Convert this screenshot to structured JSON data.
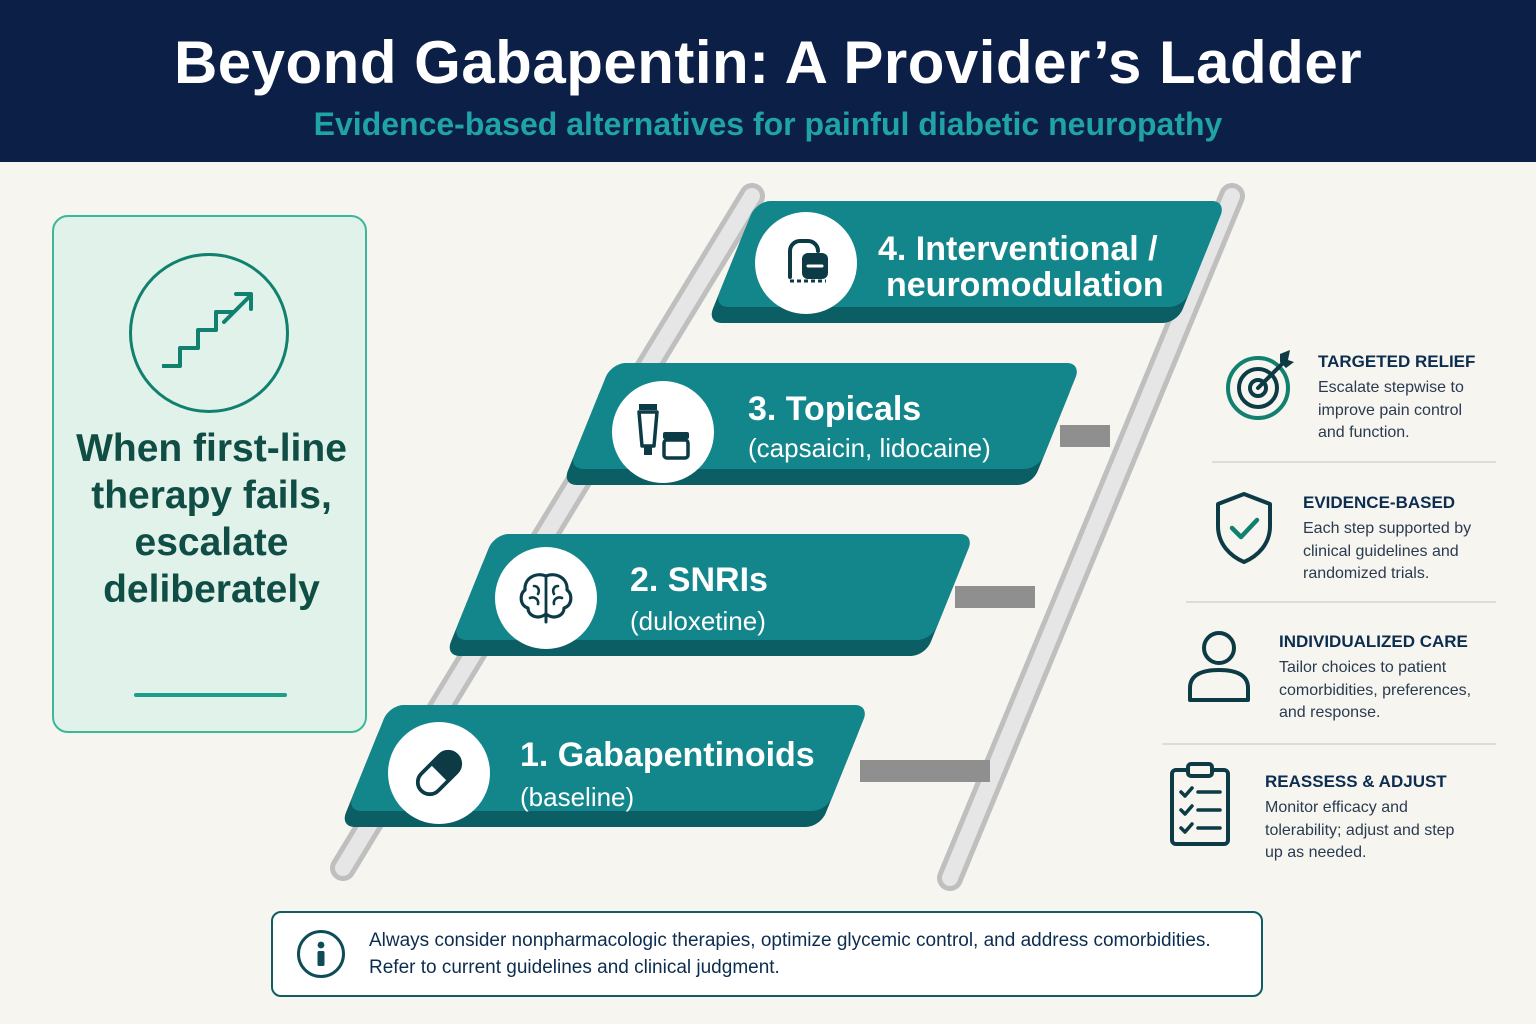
{
  "header": {
    "title": "Beyond Gabapentin: A Provider’s Ladder",
    "subtitle": "Evidence-based alternatives for painful diabetic neuropathy"
  },
  "left_card": {
    "icon": "rising-stairs-arrow-icon",
    "message": "When first-line therapy fails, escalate deliberately"
  },
  "ladder": {
    "steps": [
      {
        "title": "1. Gabapentinoids",
        "subtitle": "(baseline)",
        "icon": "capsule-icon"
      },
      {
        "title": "2. SNRIs",
        "subtitle": "(duloxetine)",
        "icon": "brain-icon"
      },
      {
        "title": "3. Topicals",
        "subtitle": "(capsaicin, lidocaine)",
        "icon": "tube-and-jar-icon"
      },
      {
        "title_line1": "4. Interventional /",
        "title_line2": "neuromodulation",
        "icon": "stimulator-device-icon"
      }
    ]
  },
  "panel": {
    "items": [
      {
        "title": "TARGETED RELIEF",
        "desc": "Escalate stepwise to improve pain control and function.",
        "icon": "target-icon"
      },
      {
        "title": "EVIDENCE-BASED",
        "desc": "Each step supported by clinical guidelines and randomized trials.",
        "icon": "shield-check-icon"
      },
      {
        "title": "INDIVIDUALIZED CARE",
        "desc": "Tailor choices to patient comorbidities, preferences, and response.",
        "icon": "person-icon"
      },
      {
        "title": "REASSESS & ADJUST",
        "desc": "Monitor efficacy and tolerability; adjust and step up as needed.",
        "icon": "clipboard-checklist-icon"
      }
    ]
  },
  "note": {
    "icon": "info-icon",
    "line1": "Always consider nonpharmacologic therapies, optimize glycemic control, and address comorbidities.",
    "line2": "Refer to current guidelines and clinical judgment."
  },
  "colors": {
    "header_bg": "#0c1f47",
    "subtitle": "#1fa3a6",
    "step_teal": "#13868b",
    "card_bg": "#e0f2ea"
  }
}
